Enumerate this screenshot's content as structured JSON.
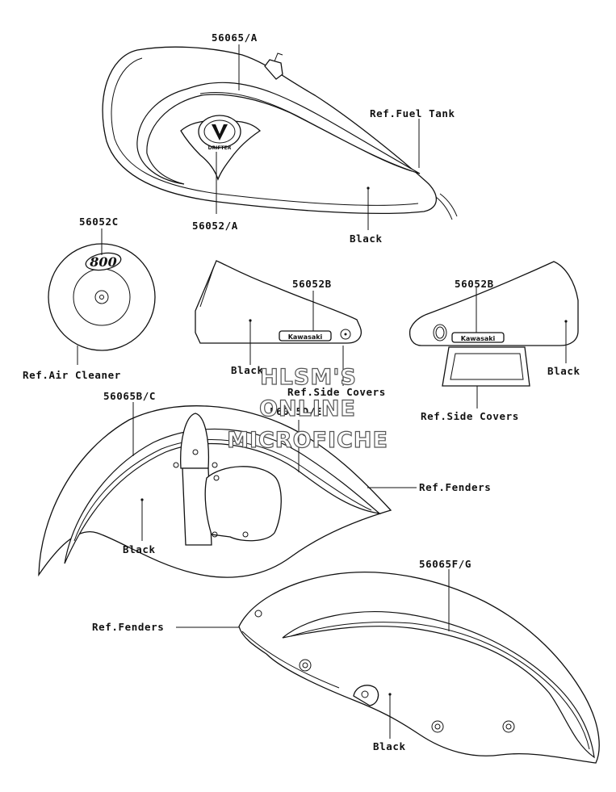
{
  "labels": {
    "tank_stripe": "56065/A",
    "fuel_tank": "Ref.Fuel Tank",
    "tank_emblem": "56052/A",
    "tank_color": "Black",
    "air_cleaner_decal": "56052C",
    "air_cleaner_emblem": "800",
    "air_cleaner": "Ref.Air Cleaner",
    "side_cover_left_decal": "56052B",
    "side_cover_left_color": "Black",
    "side_cover_left": "Ref.Side Covers",
    "side_cover_right_decal": "56052B",
    "side_cover_right_color": "Black",
    "side_cover_right": "Ref.Side Covers",
    "kawasaki_left": "Kawasaki",
    "kawasaki_right": "Kawasaki",
    "front_fender_stripe": "56065B/C",
    "front_fender_stripe2": "56065D/E",
    "front_fender_ref": "Ref.Fenders",
    "front_fender_color": "Black",
    "rear_fender_stripe": "56065F/G",
    "rear_fender_ref": "Ref.Fenders",
    "rear_fender_color": "Black",
    "badge_text": "DRIFTER"
  },
  "watermark": {
    "line1": "HLSM'S",
    "line2": "ONLINE",
    "line3": "MICROFICHE"
  }
}
